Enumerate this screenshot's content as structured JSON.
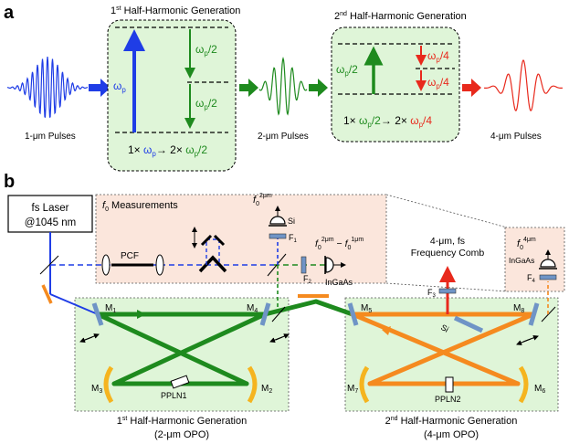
{
  "panel_a": {
    "label": "a",
    "stage1": {
      "title_pre": "1",
      "title_sup": "st",
      "title_post": " Half-Harmonic Generation",
      "pump_label": "ω",
      "pump_sub": "p",
      "half_label_1": "ω",
      "half_sub_1": "p",
      "half_tail_1": "/2",
      "half_label_2": "ω",
      "half_sub_2": "p",
      "half_tail_2": "/2",
      "eq_a": "1× ",
      "eq_b": "ω",
      "eq_b_sub": "p",
      "eq_arrow": "→",
      "eq_c": " 2× ",
      "eq_d": "ω",
      "eq_d_sub": "p",
      "eq_d_tail": "/2"
    },
    "stage2": {
      "title_pre": "2",
      "title_sup": "nd",
      "title_post": " Half-Harmonic Generation",
      "in_label": "ω",
      "in_sub": "p",
      "in_tail": "/2",
      "out_label_1": "ω",
      "out_sub_1": "p",
      "out_tail_1": "/4",
      "out_label_2": "ω",
      "out_sub_2": "p",
      "out_tail_2": "/4",
      "eq_a": "1× ",
      "eq_b": "ω",
      "eq_b_sub": "p",
      "eq_b_tail": "/2",
      "eq_arrow": "→",
      "eq_c": " 2× ",
      "eq_d": "ω",
      "eq_d_sub": "p",
      "eq_d_tail": "/4"
    },
    "pulse_labels": [
      "1-μm Pulses",
      "2-μm Pulses",
      "4-μm Pulses"
    ]
  },
  "panel_b": {
    "label": "b",
    "laser": [
      "fs Laser",
      "@1045 nm"
    ],
    "measurements_title_f": "f",
    "measurements_title_sub": "0",
    "measurements_title_rest": " Measurements",
    "pcf": "PCF",
    "si_1": "Si",
    "si_2": "Si",
    "si_plate": "Si",
    "ingaas_1": "InGaAs",
    "ingaas_2": "InGaAs",
    "f0_2um": "f",
    "f0_2um_sub": "0",
    "f0_2um_sup": "2μm",
    "f0_diff_a": "f",
    "f0_diff_a_sub": "0",
    "f0_diff_a_sup": "2μm",
    "f0_diff_op": " − ",
    "f0_diff_b": "f",
    "f0_diff_b_sub": "0",
    "f0_diff_b_sup": "1μm",
    "f0_4um": "f",
    "f0_4um_sub": "0",
    "f0_4um_sup": "4μm",
    "comb": [
      "4-μm, fs",
      "Frequency Comb"
    ],
    "filters": {
      "f1": "F",
      "f1s": "1",
      "f2": "F",
      "f2s": "2",
      "f3": "F",
      "f3s": "3",
      "f4": "F",
      "f4s": "4"
    },
    "mirrors": {
      "m1": "M",
      "m1s": "1",
      "m2": "M",
      "m2s": "2",
      "m3": "M",
      "m3s": "3",
      "m4": "M",
      "m4s": "4",
      "m5": "M",
      "m5s": "5",
      "m6": "M",
      "m6s": "6",
      "m7": "M",
      "m7s": "7",
      "m8": "M",
      "m8s": "8"
    },
    "crystals": [
      "PPLN1",
      "PPLN2"
    ],
    "opo1_caption": {
      "pre": "1",
      "sup": "st",
      "post": " Half-Harmonic Generation",
      "line2": "(2-μm OPO)"
    },
    "opo2_caption": {
      "pre": "2",
      "sup": "nd",
      "post": " Half-Harmonic Generation",
      "line2": "(4-μm OPO)"
    }
  },
  "colors": {
    "blue": "#1f3de6",
    "green": "#1e8a1e",
    "red": "#e8291c",
    "orange": "#f58a1f",
    "green_box": "#dff5d8",
    "peach_box": "#fbe6dc",
    "mirror": "#6f94c6"
  }
}
